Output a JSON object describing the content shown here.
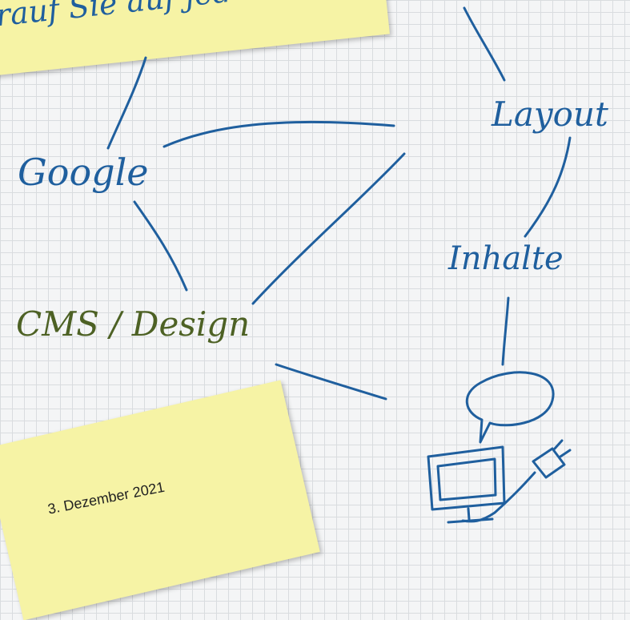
{
  "note_top": {
    "text": "rauf Sie auf jed"
  },
  "labels": {
    "google": "Google",
    "layout": "Layout",
    "inhalte": "Inhalte",
    "cms_design": "CMS / Design"
  },
  "note_bottom": {
    "date": "3. Dezember 2021"
  },
  "colors": {
    "ink_blue": "#1f5f9e",
    "ink_green": "#4d6124",
    "sticky_note": "#f6f3a5",
    "grid_line": "#d9dcdf"
  },
  "icons": [
    "computer-monitor-icon",
    "speech-bubble-icon",
    "power-plug-icon"
  ]
}
